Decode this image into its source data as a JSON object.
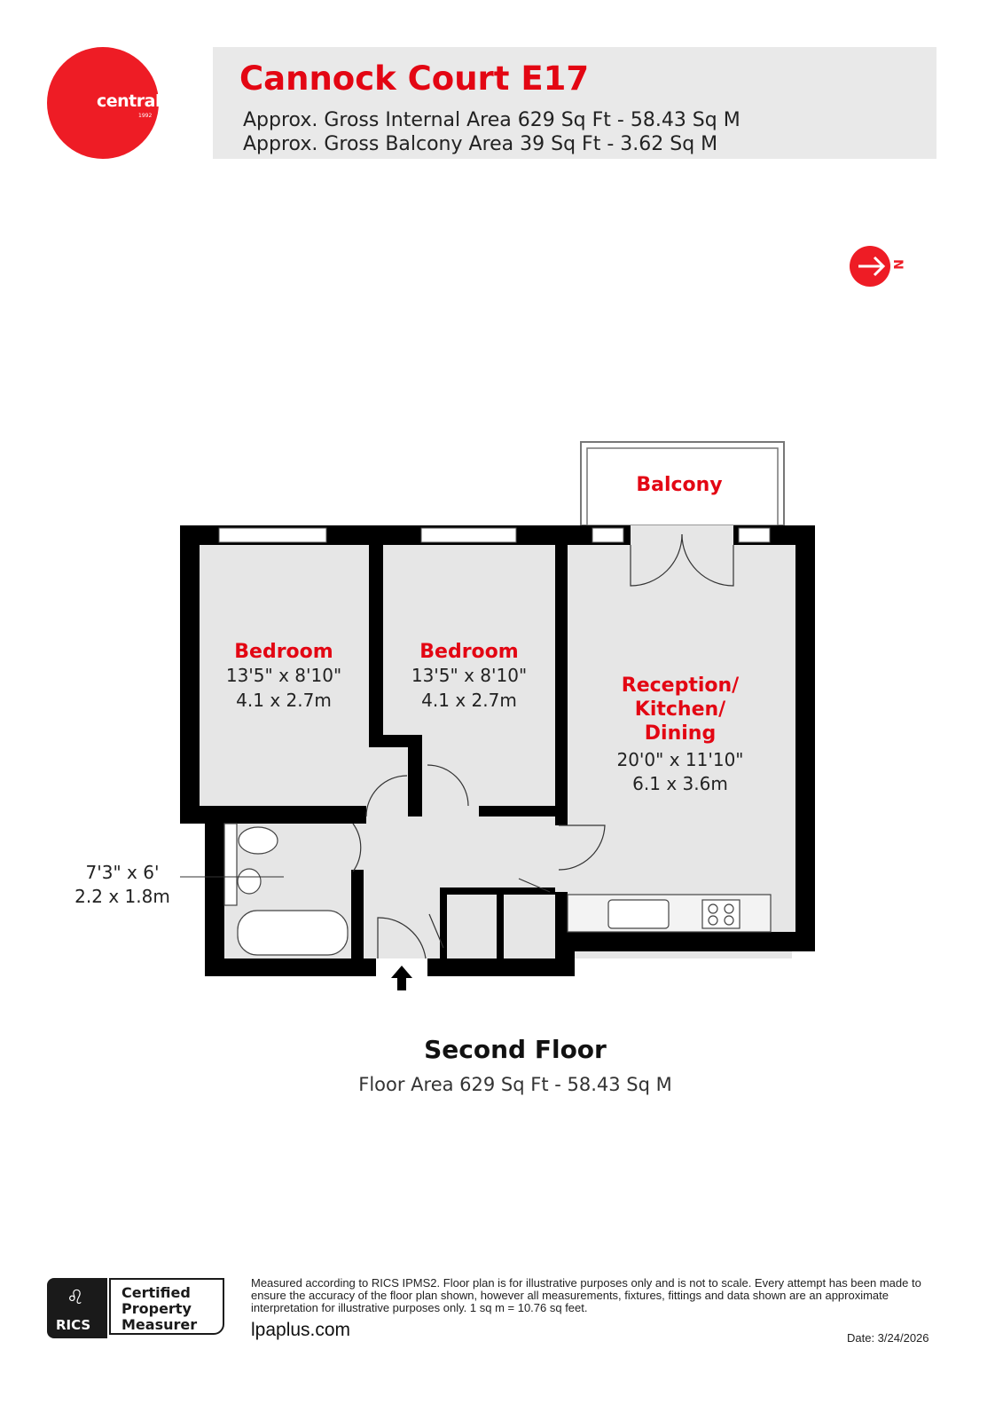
{
  "logo": {
    "brand": "central",
    "year": "1992",
    "color": "#ee1c25"
  },
  "header": {
    "title": "Cannock Court E17",
    "internal_area": "Approx. Gross Internal Area 629 Sq Ft - 58.43 Sq M",
    "balcony_area": "Approx. Gross Balcony Area 39 Sq Ft - 3.62 Sq M"
  },
  "compass": {
    "label": "N",
    "icon": "north-arrow-icon"
  },
  "rooms": [
    {
      "name": "Bedroom",
      "imperial": "13'5\" x 8'10\"",
      "metric": "4.1 x 2.7m"
    },
    {
      "name": "Bedroom",
      "imperial": "13'5\" x 8'10\"",
      "metric": "4.1 x 2.7m"
    },
    {
      "name_lines": [
        "Reception/",
        "Kitchen/",
        "Dining"
      ],
      "imperial": "20'0\" x 11'10\"",
      "metric": "6.1 x 3.6m"
    },
    {
      "name": "Balcony"
    },
    {
      "imperial": "7'3\" x 6'",
      "metric": "2.2 x 1.8m"
    }
  ],
  "floor": {
    "title": "Second Floor",
    "area": "Floor Area 629 Sq Ft - 58.43 Sq M"
  },
  "footer": {
    "rics_label": "RICS",
    "cert_lines": [
      "Certified",
      "Property",
      "Measurer"
    ],
    "disclaimer": "Measured according to RICS IPMS2. Floor plan is for illustrative purposes only and is not to scale. Every attempt has been made to ensure the accuracy of the floor plan shown, however all measurements, fixtures, fittings and data shown are an approximate interpretation for illustrative purposes only. 1 sq m = 10.76 sq feet.",
    "website": "lpaplus.com",
    "date": "Date: 3/24/2026"
  }
}
